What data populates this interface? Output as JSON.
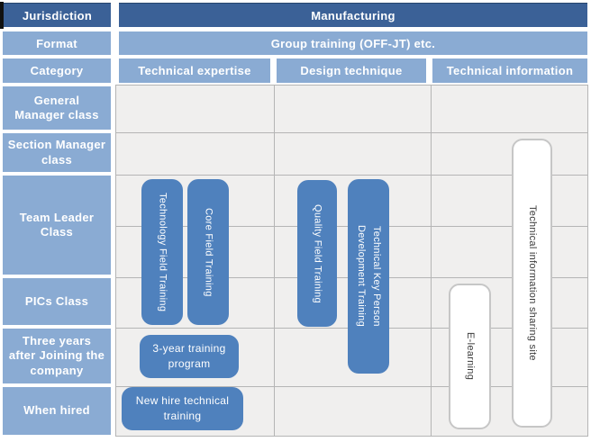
{
  "header": {
    "jurisdiction": {
      "label": "Jurisdiction",
      "value": "Manufacturing"
    },
    "format": {
      "label": "Format",
      "value": "Group training (OFF-JT) etc."
    },
    "category": {
      "label": "Category",
      "columns": [
        "Technical expertise",
        "Design technique",
        "Technical information"
      ]
    }
  },
  "rows": [
    {
      "label": "General\nManager class"
    },
    {
      "label": "Section Manager\nclass"
    },
    {
      "label": "Team Leader\nClass"
    },
    {
      "label": "PICs Class"
    },
    {
      "label": "Three years\nafter Joining the\ncompany"
    },
    {
      "label": "When hired"
    }
  ],
  "pills": {
    "technology": {
      "label": "Technology Field Training"
    },
    "core": {
      "label": "Core Field Training"
    },
    "quality": {
      "label": "Quality Field Training"
    },
    "keyperson": {
      "label": "Technical Key Person\nDevelopment Training"
    },
    "threeyear": {
      "label": "3-year training\nprogram"
    },
    "newhire": {
      "label": "New hire technical\ntraining"
    },
    "elearning": {
      "label": "E-learning"
    },
    "sharing": {
      "label": "Technical information sharing site"
    }
  },
  "colors": {
    "header_dark": "#3b6197",
    "header_medium": "#8aabd3",
    "pill_blue": "#4f81bd",
    "content_background": "#f0efee",
    "grid_line": "#b5b5b5",
    "white_pill_border": "#c6c6c6"
  }
}
